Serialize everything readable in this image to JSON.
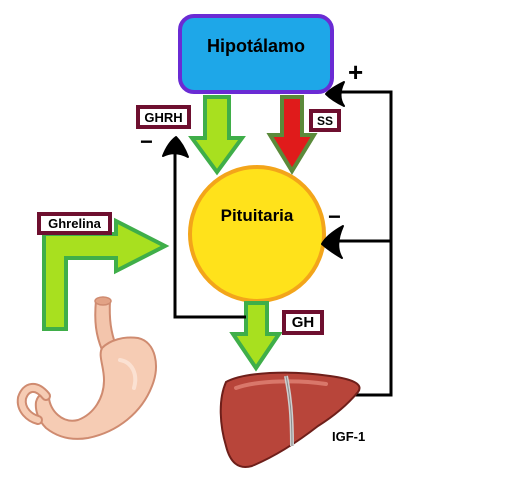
{
  "diagram": {
    "hypothalamus_label": "Hipotálamo",
    "pituitary_label": "Pituitaria",
    "ghrh_label": "GHRH",
    "ss_label": "SS",
    "gh_label": "GH",
    "ghrelin_label": "Ghrelina",
    "igf1_label": "IGF-1",
    "plus_sign": "+",
    "minus_sign_ghrh": "−",
    "minus_sign_pituitary": "−"
  },
  "colors": {
    "hypothalamus_fill": "#1ea7e8",
    "hypothalamus_border": "#6a2bd4",
    "pituitary_fill": "#ffe21b",
    "pituitary_border": "#f3a51a",
    "green_arrow_fill": "#a8e01f",
    "green_arrow_border": "#3fae49",
    "red_arrow_fill": "#e01b1b",
    "red_arrow_border": "#5b8a3a",
    "label_border": "#6e0f2f",
    "feedback_line": "#000000"
  },
  "icons": {
    "stomach": "stomach-icon",
    "liver": "liver-icon"
  }
}
